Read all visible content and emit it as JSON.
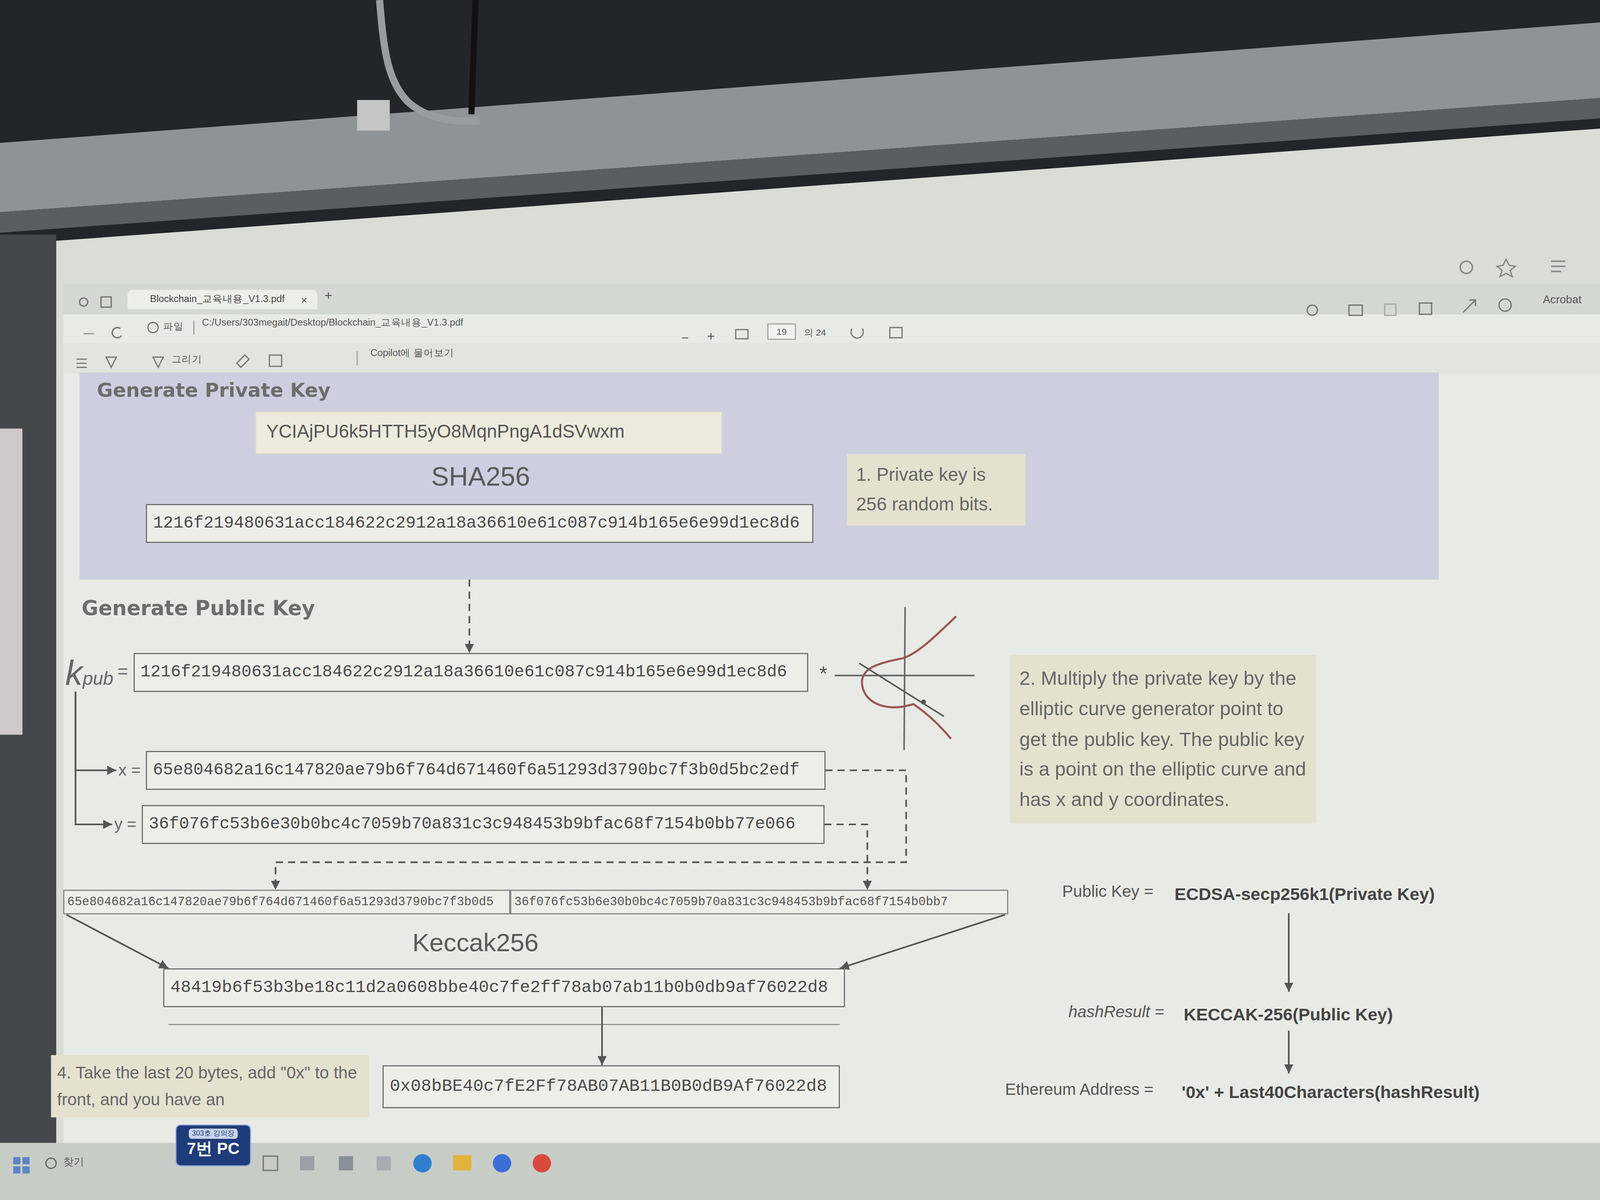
{
  "diagram": {
    "nodes": [
      {
        "text": [
          "Blockchain_교육내용_V1.3.pdf",
          "×"
        ]
      },
      {
        "text": [
          "19"
        ]
      },
      {
        "text": [
          "Generate Private Key"
        ]
      },
      {
        "text": [
          "YCIAjPU6k5HTTH5yO8MqnPngA1dSVwxm"
        ],
        "in": 2
      },
      {
        "text": [
          "1216f219480631acc184622c2912a18a36610e61c087c914b165e6e99d1ec8d6"
        ],
        "in": 2
      },
      {
        "text": [
          "1. Private key is 256 random bits."
        ],
        "in": 2
      },
      {
        "text": [
          "k",
          "pub",
          "=",
          "1216f219480631acc184622c2912a18a36610e61c087c914b165e6e99d1ec8d6"
        ]
      },
      {
        "text": [
          "2. Multiply the private key by the elliptic curve generator point to get the public key. The public key is a point on the elliptic curve and has x and y coordinates."
        ]
      },
      {
        "text": [
          "x =",
          "65e804682a16c147820ae79b6f764d671460f6a51293d3790bc7f3b0d5bc2edf"
        ]
      },
      {
        "text": [
          "y =",
          "36f076fc53b6e30b0bc4c7059b70a831c3c948453b9bfac68f7154b0bb77e066"
        ]
      },
      {
        "text": [
          "65e804682a16c147820ae79b6f764d671460f6a51293d3790bc7f3b0d5"
        ]
      },
      {
        "text": [
          "36f076fc53b6e30b0bc4c7059b70a831c3c948453b9bfac68f7154b0bb7"
        ]
      },
      {
        "text": [
          "48419b6f53b3be18c11d2a0608bbe40c7fe2ff78ab07ab11b0b0db9af76022d8"
        ]
      },
      {
        "text": [
          "4. Take the last 20 bytes, add \"0x\" to the front, and you have an"
        ]
      },
      {
        "text": [
          "0x08bBE40c7fE2Ff78AB07AB11B0B0dB9Af76022d8"
        ]
      },
      {
        "text": [
          "303호 강의장",
          "7번 PC"
        ]
      }
    ],
    "edges": [
      {
        "from": 3,
        "to": 4,
        "arrow": "to"
      },
      {
        "from": 4,
        "to": 6,
        "arrow": "to"
      },
      {
        "from": 6,
        "to": 8,
        "arrow": "to"
      },
      {
        "from": 6,
        "to": 9,
        "arrow": "to"
      },
      {
        "from": 8,
        "to": 10,
        "arrow": "to"
      },
      {
        "from": 9,
        "to": 11,
        "arrow": "to"
      },
      {
        "from": 10,
        "to": 12,
        "arrow": "to"
      },
      {
        "from": 11,
        "to": 12,
        "arrow": "to"
      },
      {
        "from": 12,
        "to": 14,
        "arrow": "to"
      }
    ],
    "labels": [
      "+",
      "파일",
      "C:/Users/303megait/Desktop/Blockchain_교육내용_V1.3.pdf",
      "그리기",
      "Copilot에 물어보기",
      "−",
      "+",
      "의 24",
      "Acrobat",
      "SHA256",
      "Generate Public Key",
      "*",
      "Keccak256",
      "Public Key =",
      "ECDSA-secp256k1(Private Key)",
      "hashResult =",
      "KECCAK-256(Public Key)",
      "Ethereum Address =",
      "'0x' + Last40Characters(hashResult)",
      "찾기"
    ]
  }
}
